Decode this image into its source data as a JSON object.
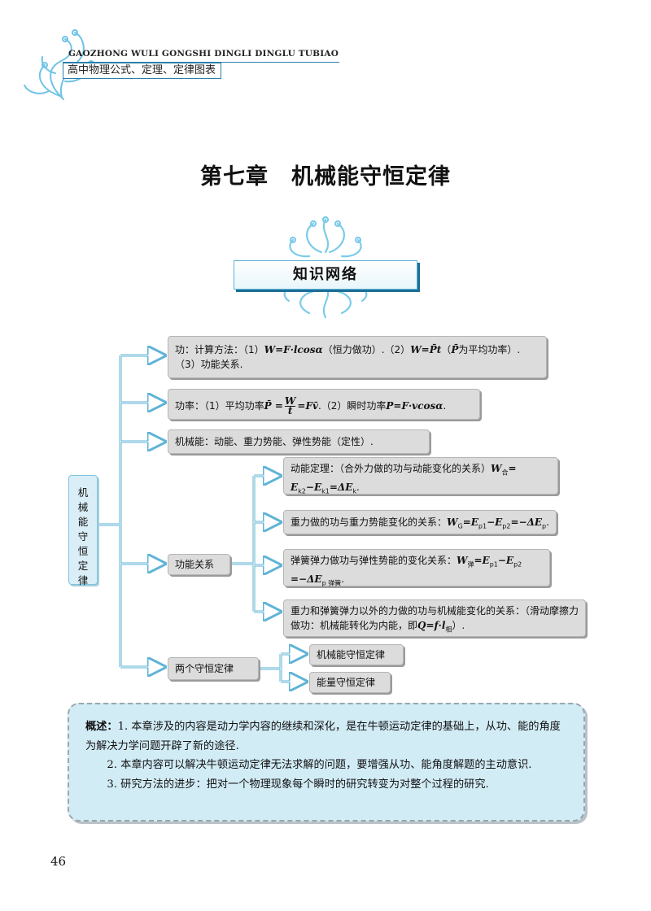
{
  "header": {
    "english": "GAOZHONG WULI GONGSHI DINGLI DINGLU TUBIAO",
    "chinese": "高中物理公式、定理、定律图表"
  },
  "chapter_title": "第七章　机械能守恒定律",
  "section_banner": "知识网络",
  "mindmap": {
    "root": [
      "机",
      "械",
      "能",
      "守",
      "恒",
      "定",
      "律"
    ],
    "work": {
      "prefix": "功：计算方法：（1）",
      "formula1": "W=F·lcosα",
      "mid1": "（恒力做功）.（2）",
      "formula2": "W=P̄t",
      "mid2": "（",
      "pbar": "P̄",
      "suffix": "为平均功率）.（3）功能关系."
    },
    "power": {
      "prefix": "功率：（1）平均功率",
      "formula1_lhs": "P̄ =",
      "formula1_num": "W",
      "formula1_den": "t",
      "formula1_rhs": "=Fv̄",
      "mid": ".（2）瞬时功率",
      "formula2": "P=F·vcosα",
      "end": "."
    },
    "mechanical_energy": "机械能：动能、重力势能、弹性势能（定性）.",
    "work_energy": {
      "label": "功能关系",
      "kinetic": {
        "text": "动能定理：（合外力做的功与动能变化的关系）",
        "w": "W",
        "w_sub": "合",
        "eq": "=",
        "rhs": "E",
        "rhs_sub1": "k2",
        "minus": "−E",
        "rhs_sub2": "k1",
        "eq2": "=ΔE",
        "rhs_sub3": "k",
        "end": "."
      },
      "gravity": {
        "text": "重力做的功与重力势能变化的关系：",
        "formula": "W",
        "s1": "G",
        "f2": "=E",
        "s2": "p1",
        "f3": "−E",
        "s3": "p2",
        "f4": "=−ΔE",
        "s4": "p",
        "end": "."
      },
      "spring": {
        "text": "弹簧弹力做功与弹性势能的变化关系：",
        "w": "W",
        "s1": "弹",
        "f2": "=E",
        "s2": "p1",
        "f3": "−E",
        "s3": "p2",
        "f4": "=−ΔE",
        "s4": "p 弹簧",
        "end": "."
      },
      "other": {
        "text": "重力和弹簧弹力以外的力做的功与机械能变化的关系：（滑动摩擦力做功：机械能转化为内能，即",
        "formula": "Q=f·l",
        "sub": "相",
        "end": "）."
      }
    },
    "conservation": {
      "label": "两个守恒定律",
      "items": [
        "机械能守恒定律",
        "能量守恒定律"
      ]
    }
  },
  "summary": {
    "label": "概述：",
    "p1": "1. 本章涉及的内容是动力学内容的继续和深化，是在牛顿运动定律的基础上，从功、能的角度为解决力学问题开辟了新的途径.",
    "p2": "2. 本章内容可以解决牛顿运动定律无法求解的问题，要增强从功、能角度解题的主动意识.",
    "p3": "3. 研究方法的进步：把对一个物理现象每个瞬时的研究转变为对整个过程的研究."
  },
  "page_number": "46",
  "colors": {
    "accent": "#5fb3d6",
    "node_gray": "#dcdcdc",
    "summary_bg": "#d2ecf6",
    "connector": "#5fb3d6"
  }
}
